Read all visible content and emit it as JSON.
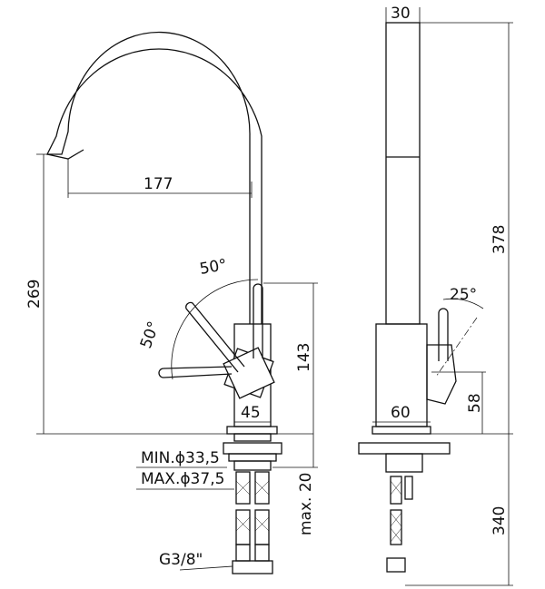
{
  "front_view": {
    "spout_reach": "177",
    "spout_height": "269",
    "lever_angle_top": "50°",
    "lever_angle_side": "50°",
    "body_height": "143",
    "body_width": "45",
    "hole_min": "MIN.ϕ33,5",
    "hole_max": "MAX.ϕ37,5",
    "deck_thickness": "max. 20",
    "connection": "G3/8\""
  },
  "side_view": {
    "column_width": "30",
    "total_height": "378",
    "lever_angle": "25°",
    "lever_height": "58",
    "base_width": "60",
    "hose_length": "340"
  }
}
